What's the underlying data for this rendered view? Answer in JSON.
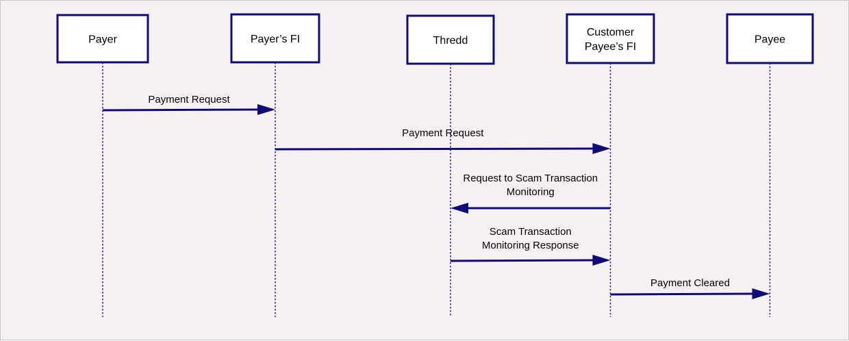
{
  "actors": [
    {
      "lines": [
        "Payer"
      ]
    },
    {
      "lines": [
        "Payer’s FI"
      ]
    },
    {
      "lines": [
        "Thredd"
      ]
    },
    {
      "lines": [
        "Customer",
        "Payee’s FI"
      ]
    },
    {
      "lines": [
        "Payee"
      ]
    }
  ],
  "messages": [
    {
      "from": 0,
      "to": 1,
      "lines": [
        "Payment Request"
      ]
    },
    {
      "from": 1,
      "to": 3,
      "lines": [
        "Payment Request"
      ]
    },
    {
      "from": 3,
      "to": 2,
      "lines": [
        "Request to Scam Transaction",
        "Monitoring"
      ]
    },
    {
      "from": 2,
      "to": 3,
      "lines": [
        "Scam Transaction",
        "Monitoring Response"
      ]
    },
    {
      "from": 3,
      "to": 4,
      "lines": [
        "Payment Cleared"
      ]
    }
  ],
  "colors": {
    "accent": "#0f0a78",
    "background": "#f5f1f0"
  }
}
